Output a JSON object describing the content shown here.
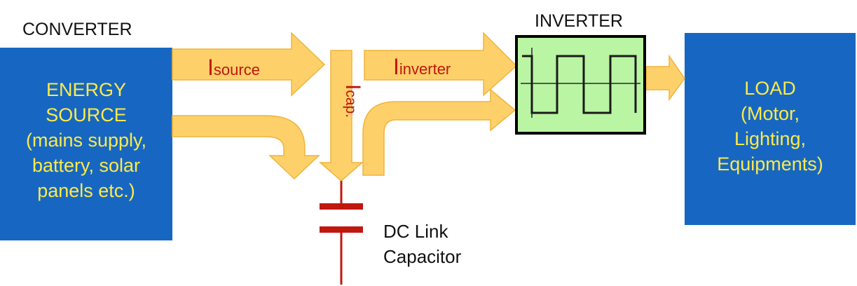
{
  "labels": {
    "converter": "CONVERTER",
    "inverter": "INVERTER",
    "dc_link_line1": "DC Link",
    "dc_link_line2": "Capacitor"
  },
  "energy_source": {
    "lines": [
      "ENERGY",
      "SOURCE",
      "(mains supply,",
      "battery, solar",
      "panels etc.)"
    ]
  },
  "load": {
    "lines": [
      "LOAD",
      "(Motor,",
      "Lighting,",
      "Equipments)"
    ]
  },
  "currents": {
    "source": {
      "main": "I",
      "sub": "source"
    },
    "inverter": {
      "main": "I",
      "sub": "inverter"
    },
    "cap": {
      "main": "I",
      "sub": "cap."
    }
  },
  "colors": {
    "box_blue": "#1767c2",
    "box_text": "#fcea4a",
    "arrow_fill": "#fdd06a",
    "arrow_stroke": "#f0b43c",
    "current_label": "#c0170f",
    "inverter_bg": "#b9f5a2",
    "capacitor": "#c0170f"
  }
}
